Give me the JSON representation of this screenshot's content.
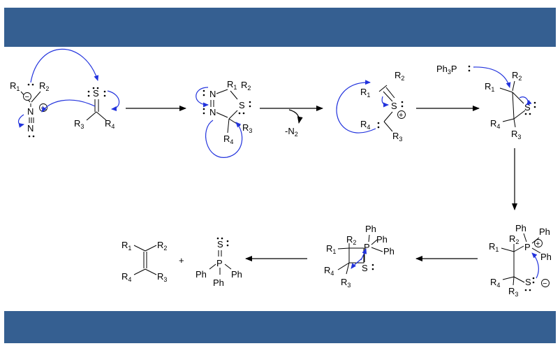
{
  "colors": {
    "band": "#355f91",
    "curly_arrow": "#2233dd",
    "background": "#ffffff"
  },
  "reaction": {
    "byproduct": "-N2",
    "reagent": "Ph3P",
    "plus": "+"
  },
  "atoms": {
    "R1": "R1",
    "R2": "R2",
    "R3": "R3",
    "R4": "R4",
    "S": "S",
    "N": "N",
    "P": "P",
    "Ph": "Ph",
    "minus": "−",
    "plus": "+"
  }
}
